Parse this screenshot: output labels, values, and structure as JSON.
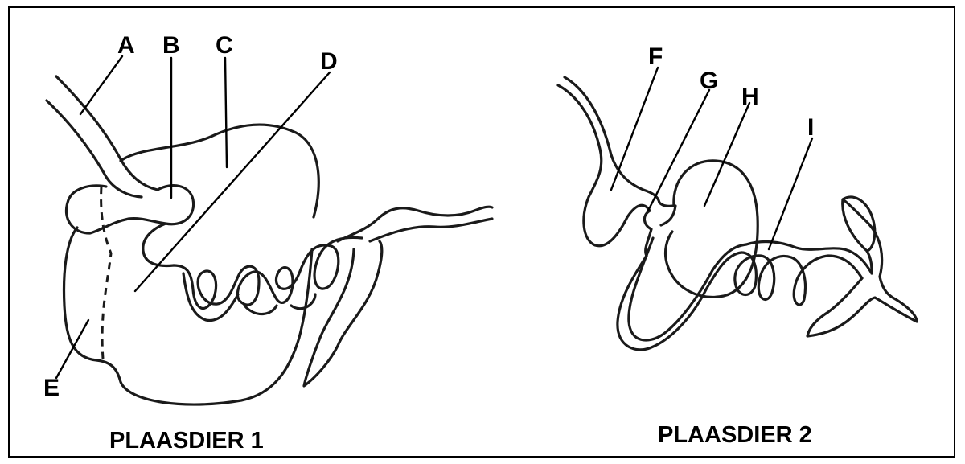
{
  "labels": {
    "a": "A",
    "b": "B",
    "c": "C",
    "d": "D",
    "e": "E",
    "f": "F",
    "g": "G",
    "h": "H",
    "i": "I"
  },
  "captions": {
    "diagram1": "PLAASDIER 1",
    "diagram2": "PLAASDIER 2"
  }
}
